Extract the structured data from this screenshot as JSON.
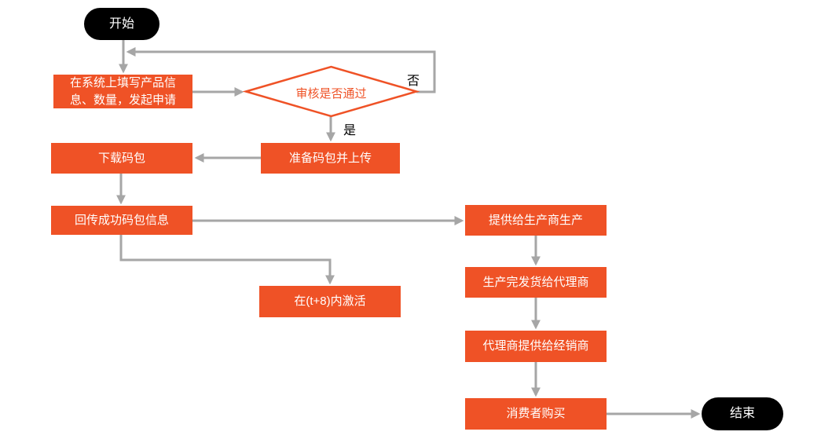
{
  "colors": {
    "node_fill": "#EF5226",
    "connector": "#A6A6A6",
    "terminal_fill": "#000000",
    "text_on_fill": "#FFFFFF",
    "diamond_text": "#EF5226"
  },
  "nodes": {
    "start": {
      "label": "开始",
      "shape": "terminator"
    },
    "fill_info": {
      "line1": "在系统上填写产品信",
      "line2": "息、数量，发起申请",
      "shape": "process"
    },
    "review": {
      "label": "审核是否通过",
      "shape": "decision"
    },
    "prepare_upload": {
      "label": "准备码包并上传",
      "shape": "process"
    },
    "download": {
      "label": "下载码包",
      "shape": "process"
    },
    "return_info": {
      "label": "回传成功码包信息",
      "shape": "process"
    },
    "activate": {
      "label": "在(t+8)内激活",
      "shape": "process"
    },
    "provide_producer": {
      "label": "提供给生产商生产",
      "shape": "process"
    },
    "production_ship": {
      "label": "生产完发货给代理商",
      "shape": "process"
    },
    "agent_distributor": {
      "label": "代理商提供给经销商",
      "shape": "process"
    },
    "consumer_purchase": {
      "label": "消费者购买",
      "shape": "process"
    },
    "end": {
      "label": "结束",
      "shape": "terminator"
    }
  },
  "edge_labels": {
    "no": "否",
    "yes": "是"
  }
}
